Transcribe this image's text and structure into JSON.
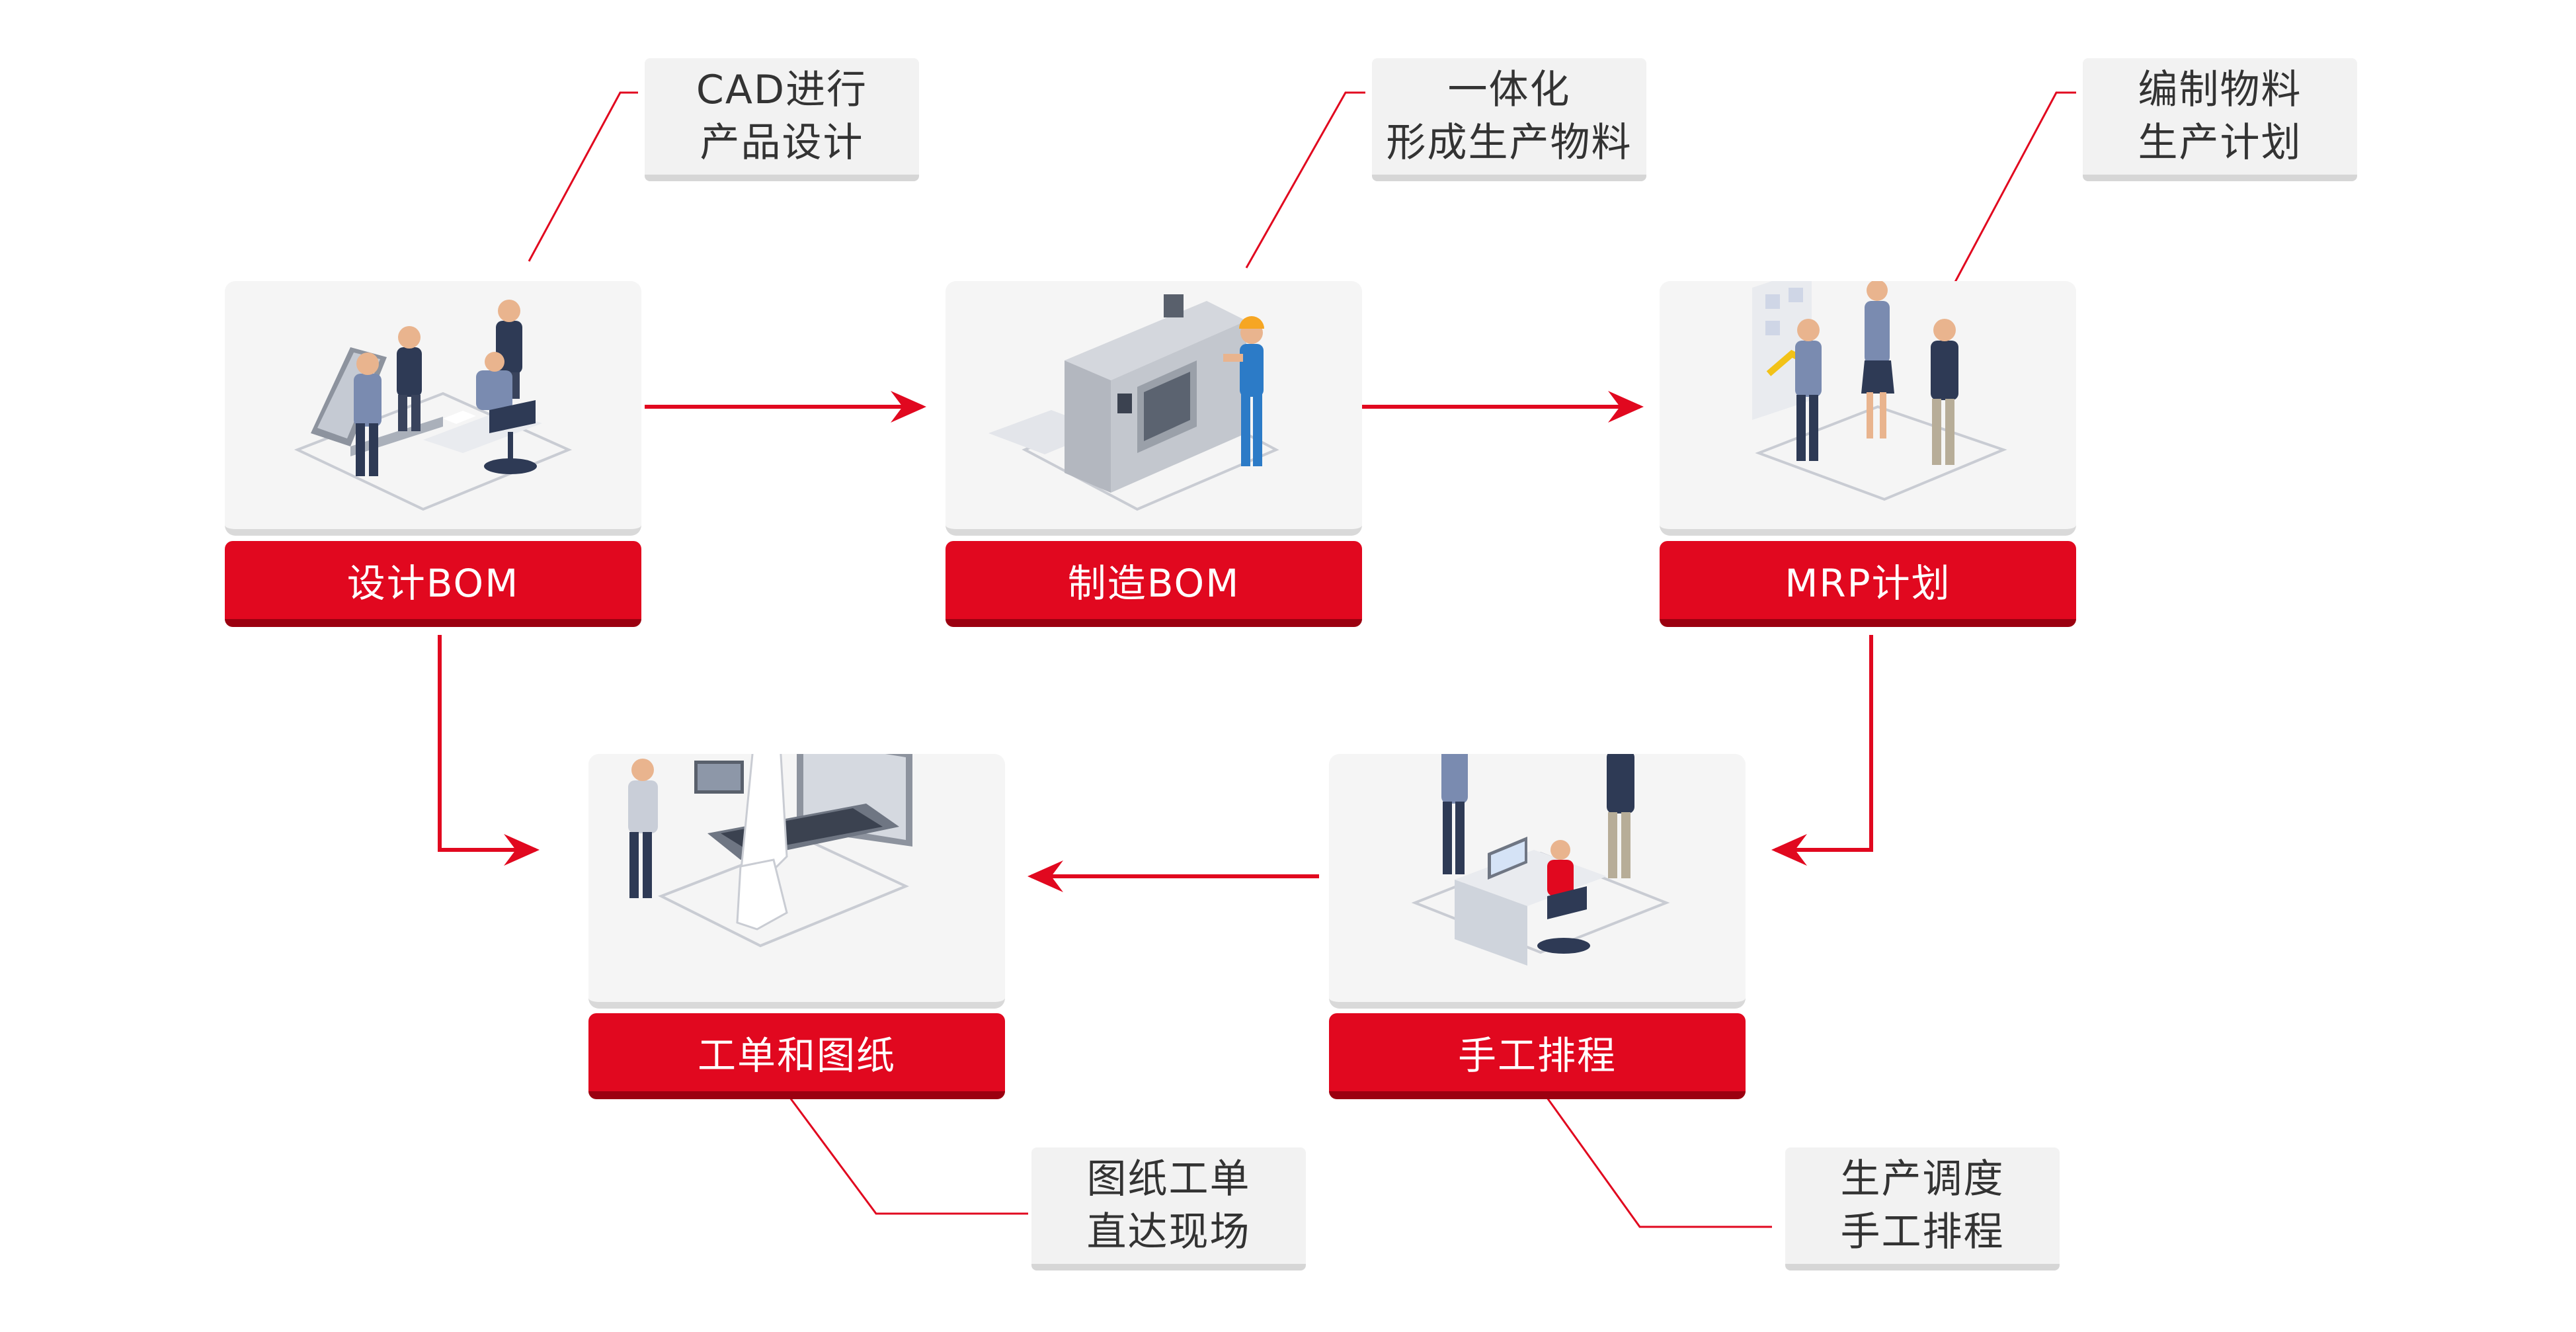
{
  "colors": {
    "accent": "#e1081f",
    "accent_dark": "#9b0010",
    "card_bg": "#f5f5f5",
    "callout_bg": "#f2f2f2",
    "text": "#333333"
  },
  "nodes": [
    {
      "id": "design-bom",
      "label": "设计BOM",
      "note": [
        "CAD进行",
        "产品设计"
      ]
    },
    {
      "id": "manufacturing-bom",
      "label": "制造BOM",
      "note": [
        "一体化",
        "形成生产物料"
      ]
    },
    {
      "id": "mrp-plan",
      "label": "MRP计划",
      "note": [
        "编制物料",
        "生产计划"
      ]
    },
    {
      "id": "work-orders-drawings",
      "label": "工单和图纸",
      "note": [
        "图纸工单",
        "直达现场"
      ]
    },
    {
      "id": "manual-scheduling",
      "label": "手工排程",
      "note": [
        "生产调度",
        "手工排程"
      ]
    }
  ],
  "edges": [
    {
      "from": "design-bom",
      "to": "manufacturing-bom"
    },
    {
      "from": "manufacturing-bom",
      "to": "mrp-plan"
    },
    {
      "from": "mrp-plan",
      "to": "manual-scheduling"
    },
    {
      "from": "manual-scheduling",
      "to": "work-orders-drawings"
    },
    {
      "from": "design-bom",
      "to": "work-orders-drawings"
    }
  ]
}
